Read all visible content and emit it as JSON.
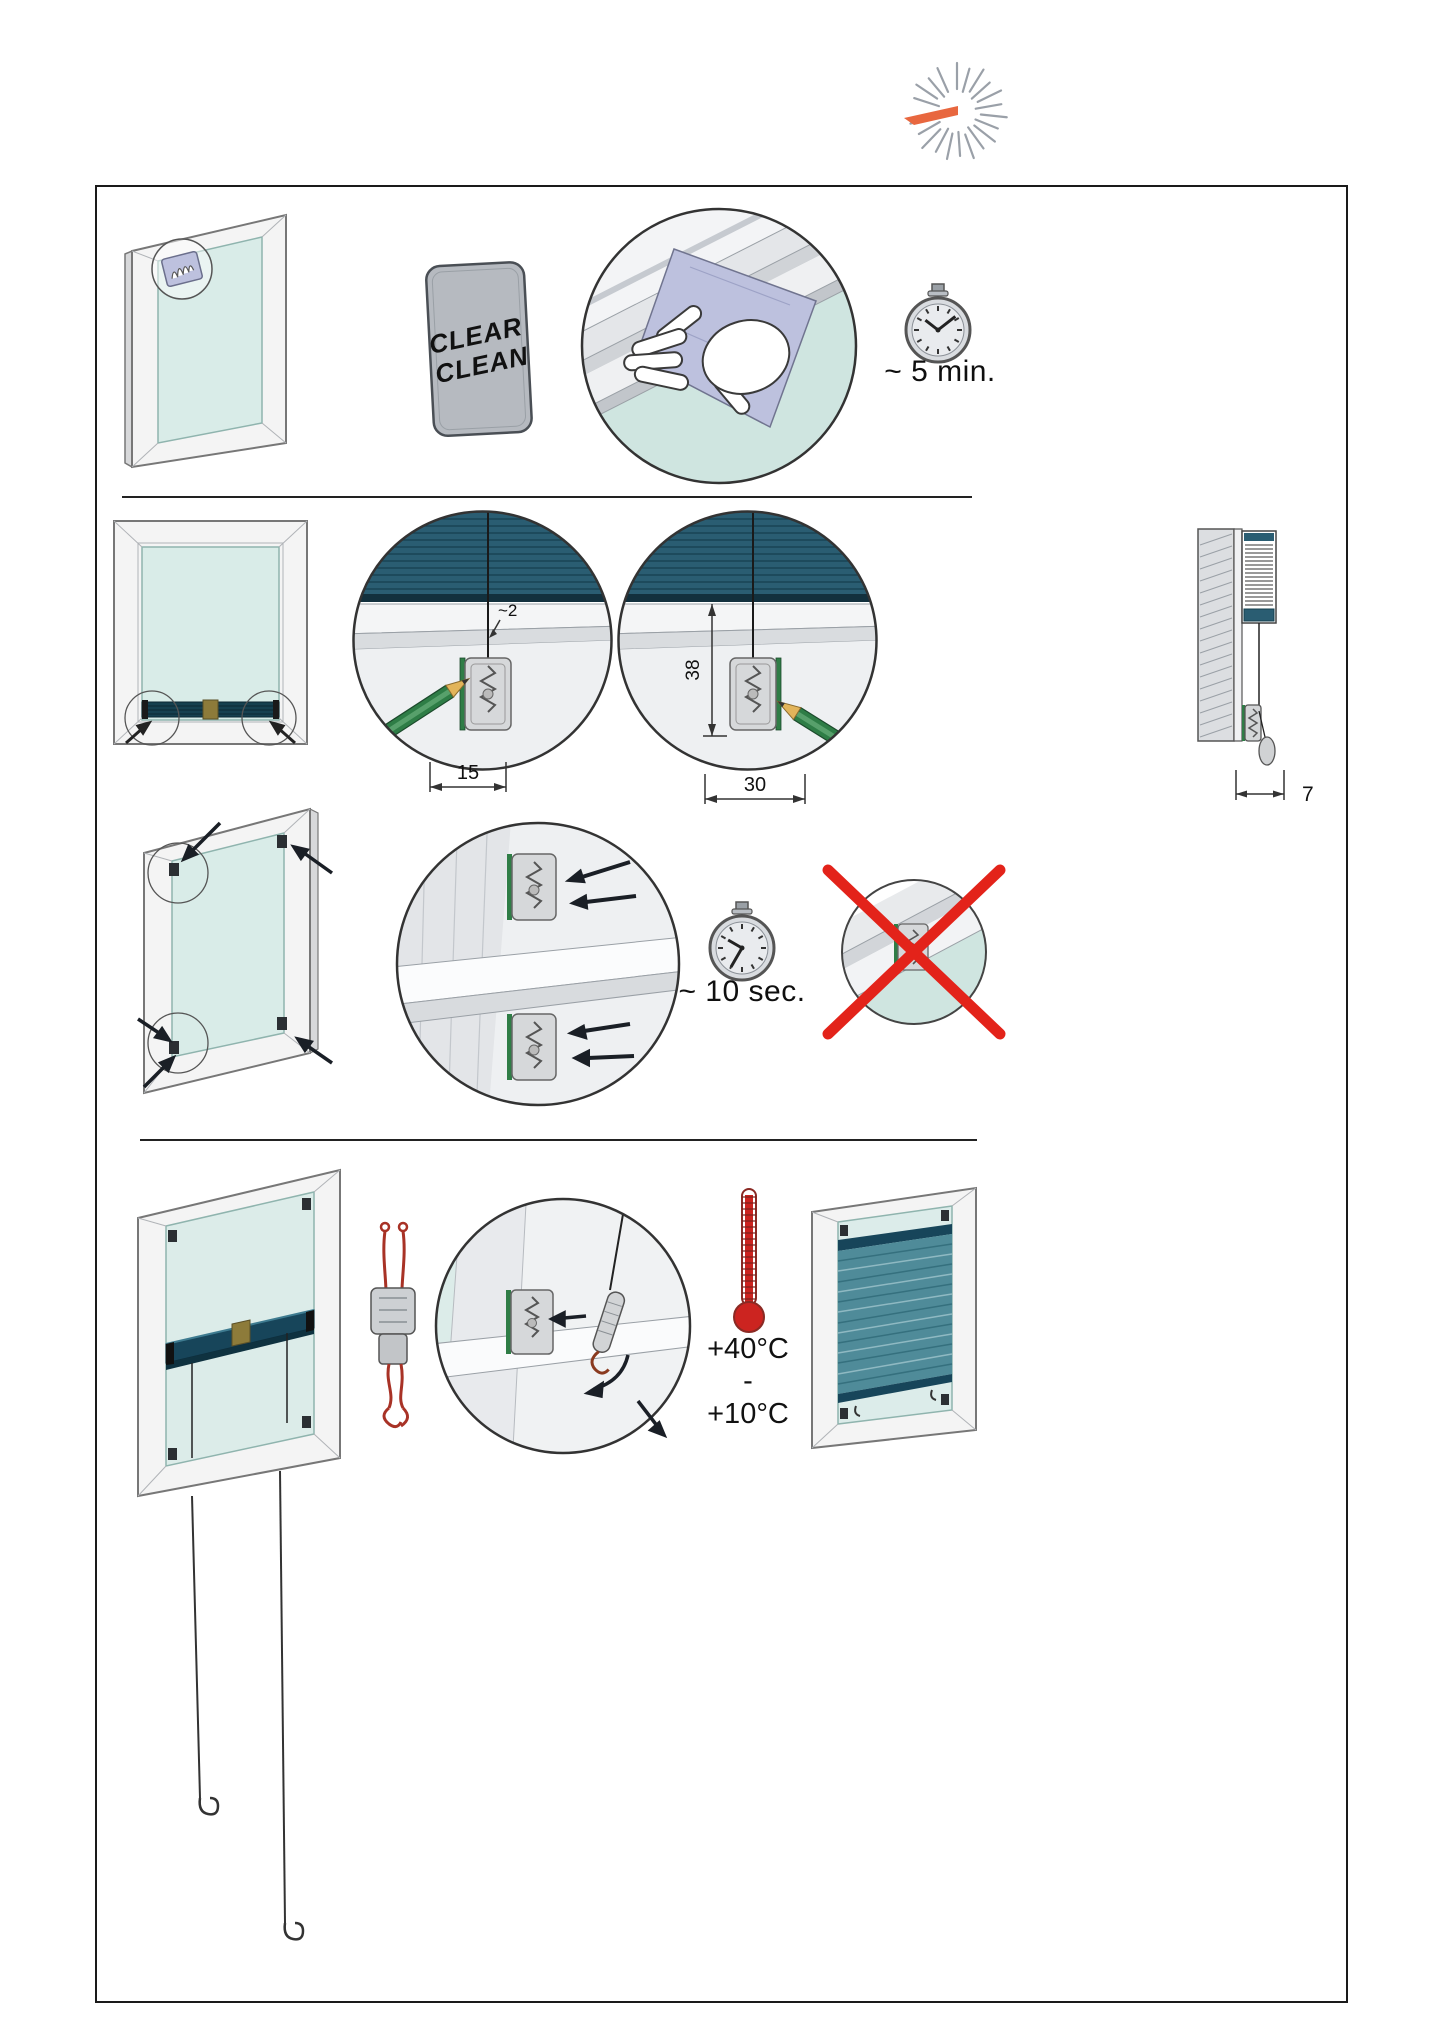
{
  "step_clean": {
    "packet_line1": "CLEAR",
    "packet_line2": "CLEAN",
    "duration": "~ 5 min."
  },
  "step_mark": {
    "dim_offset": "~2",
    "dim_width_single": "15",
    "dim_height": "38",
    "dim_width_double": "30",
    "dim_depth": "7"
  },
  "step_clips": {
    "duration": "~ 10 sec."
  },
  "step_mount": {
    "temp_max": "+40°C",
    "temp_separator": "-",
    "temp_min": "+10°C"
  },
  "icons": {
    "logo": "starburst-logo",
    "clock": "stopwatch-icon",
    "thermometer": "thermometer-icon",
    "cross": "prohibition-cross-icon",
    "pencil": "pencil-icon",
    "hand": "hand-wipe-icon"
  },
  "colors": {
    "blind_teal": "#2a5d72",
    "headrail_navy": "#17455a",
    "glass_tint": "#d9ece8",
    "pencil_green": "#2e7d46",
    "error_red": "#e3231a",
    "thermometer_red": "#cc2420",
    "logo_orange": "#e8673f",
    "cloth_lavender": "#bdc1de"
  }
}
